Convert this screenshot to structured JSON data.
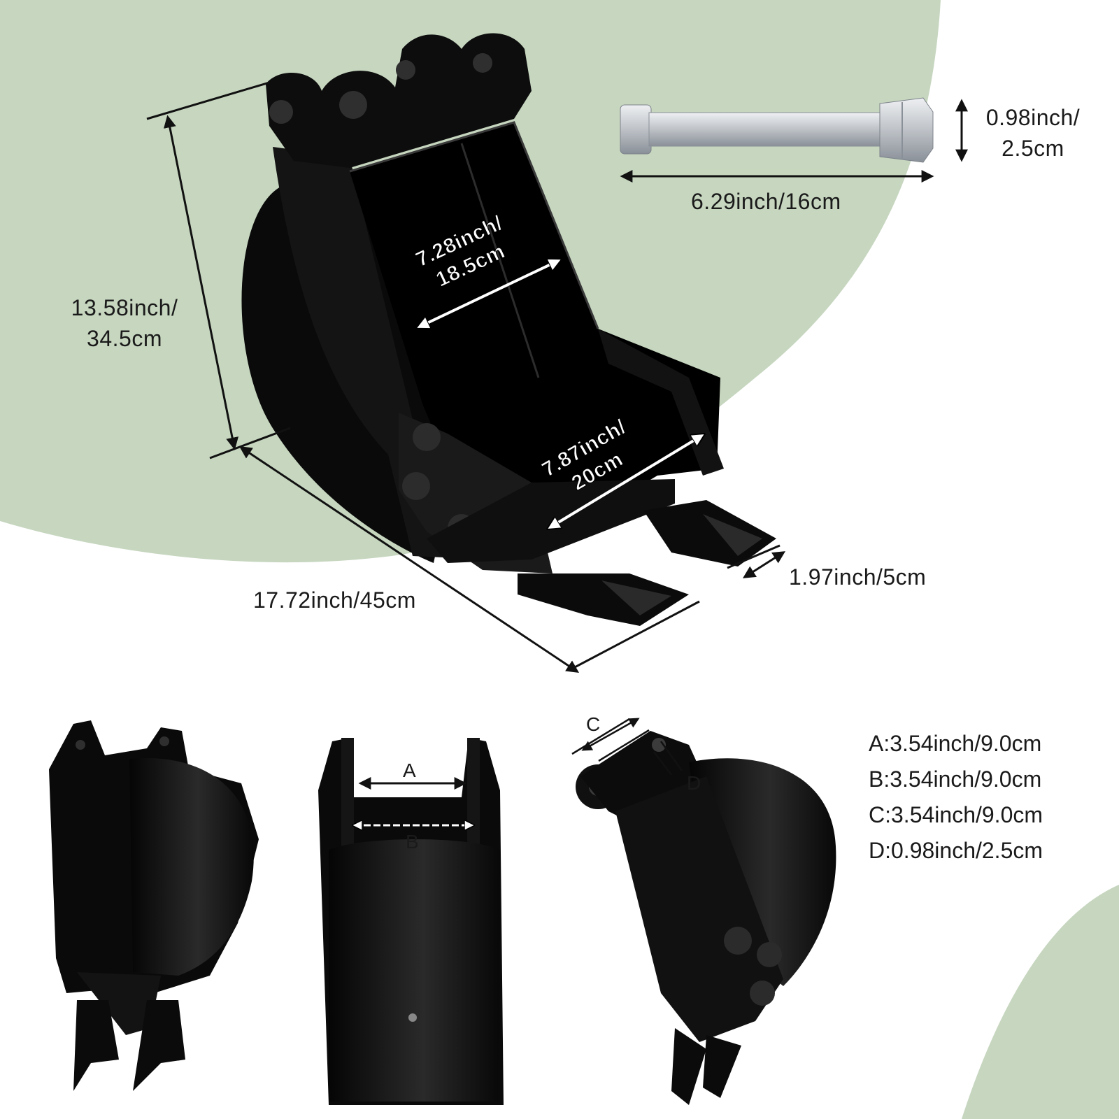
{
  "colors": {
    "background": "#ffffff",
    "green_blob": "#c6d6bf",
    "bucket": "#0c0c0c",
    "bucket_highlight": "#3a3a3a",
    "pin": "#c9cdd2",
    "dimension_line": "#111111"
  },
  "main_view": {
    "height_label": {
      "line1": "13.58inch/",
      "line2": "34.5cm"
    },
    "length_label": "17.72inch/45cm",
    "top_width_label": {
      "line1": "7.28inch/",
      "line2": "18.5cm"
    },
    "bottom_width_label": {
      "line1": "7.87inch/",
      "line2": "20cm"
    },
    "tooth_label": "1.97inch/5cm"
  },
  "pin": {
    "diameter_label": {
      "line1": "0.98inch/",
      "line2": "2.5cm"
    },
    "length_label": "6.29inch/16cm"
  },
  "small_views": {
    "letter_a": "A",
    "letter_b": "B",
    "letter_c": "C",
    "letter_d": "D"
  },
  "specs": [
    "A:3.54inch/9.0cm",
    "B:3.54inch/9.0cm",
    "C:3.54inch/9.0cm",
    "D:0.98inch/2.5cm"
  ]
}
